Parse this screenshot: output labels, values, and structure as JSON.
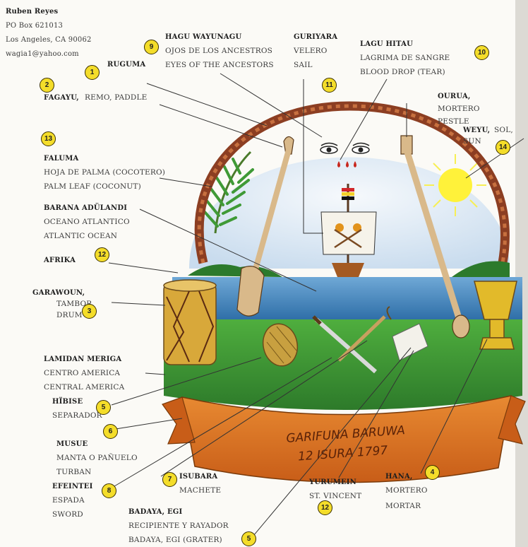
{
  "contact": {
    "name": "Ruben Reyes",
    "po_box": "PO Box 621013",
    "city": "Los Angeles, CA 90062",
    "email": "wagia1@yahoo.com"
  },
  "banner": {
    "line1": "GARIFUNA BARUWA",
    "line2": "12 ISURA 1797"
  },
  "labels": {
    "ruguma": "RUGUMA",
    "fagayu": "FAGAYU,",
    "fagayu_tr": "REMO, PADDLE",
    "hagu_title": "HAGU WAYUNAGU",
    "hagu_es": "OJOS DE LOS ANCESTROS",
    "hagu_en": "EYES OF THE ANCESTORS",
    "guriyara": "GURIYARA",
    "guriyara_es": "VELERO",
    "guriyara_en": "SAIL",
    "lagu_title": "LAGU HITAU",
    "lagu_es": "LAGRIMA DE SANGRE",
    "lagu_en": "BLOOD DROP (TEAR)",
    "ourua": "OURUA,",
    "ourua_es": "MORTERO",
    "ourua_en": "PESTLE",
    "weyu": "WEYU,",
    "weyu_es": "SOL,",
    "weyu_en": "SUN",
    "faluma": "FALUMA",
    "faluma_es": "HOJA DE PALMA (COCOTERO)",
    "faluma_en": "PALM LEAF (COCONUT)",
    "barana": "BARANA ADÜLANDI",
    "barana_es": "OCEANO ATLANTICO",
    "barana_en": "ATLANTIC OCEAN",
    "afrika": "AFRIKA",
    "garawoun": "GARAWOUN,",
    "garawoun_es": "TAMBOR,",
    "garawoun_en": "DRUM",
    "lamidan": "LAMIDAN MERIGA",
    "lamidan_es": "CENTRO AMERICA",
    "lamidan_en": "CENTRAL AMERICA",
    "hibise": "HÏBISE",
    "hibise_es": "SEPARADOR",
    "musue": "MUSUE",
    "musue_es": "MANTA O PAÑUELO",
    "musue_en": "TURBAN",
    "efeintei": "EFEINTEI",
    "efeintei_es": "ESPADA",
    "efeintei_en": "SWORD",
    "isubara": "ISUBARA",
    "isubara_es": "MACHETE",
    "yurumein": "YURUMEIN",
    "yurumein_en": "ST. VINCENT",
    "hana": "HANA,",
    "hana_es": "MORTERO",
    "hana_en": "MORTAR",
    "badaya": "BADAYA, EGI",
    "badaya_es": "RECIPIENTE Y RAYADOR",
    "badaya_en": "BADAYA, EGI (GRATER)"
  },
  "numbers": {
    "n1": "1",
    "n2": "2",
    "n3": "3",
    "n4": "4",
    "n5a": "5",
    "n5b": "5",
    "n6": "6",
    "n7": "7",
    "n8": "8",
    "n9": "9",
    "n10": "10",
    "n11": "11",
    "n12a": "12",
    "n12b": "12",
    "n13": "13",
    "n14": "14"
  },
  "colors": {
    "badge": "#f4dd2a",
    "banner": "#d9741f",
    "land": "#3f9a36",
    "sea": "#4d8fc6",
    "sky": "#dfeaf4",
    "rope": "#9a4a2a"
  }
}
